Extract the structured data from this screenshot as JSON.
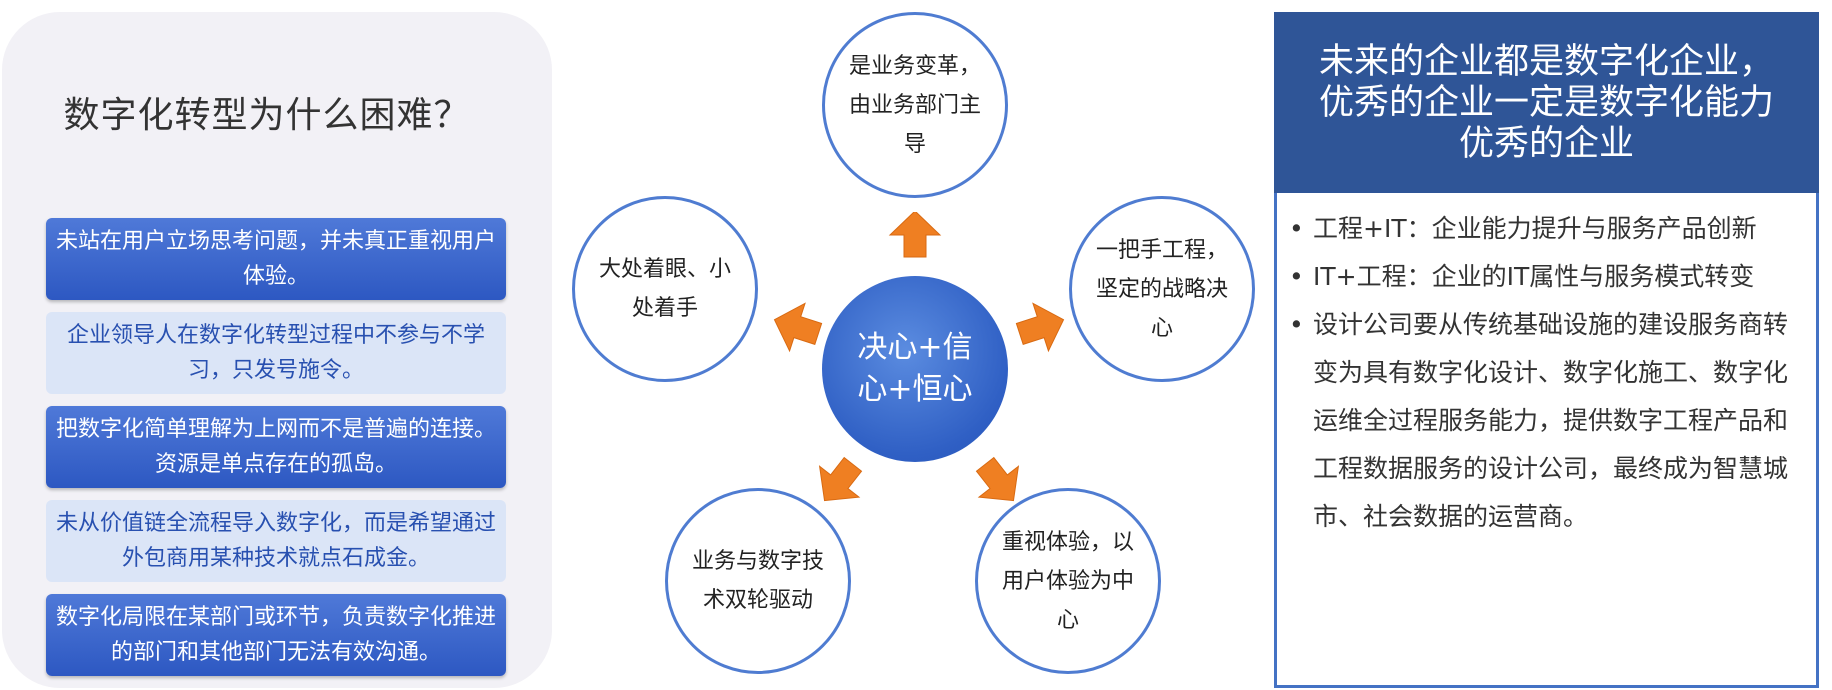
{
  "left_panel": {
    "title": "数字化转型为什么困难？",
    "reasons": [
      {
        "text": "未站在用户立场思考问题，并未真正重视用户体验。",
        "style": "dark"
      },
      {
        "text": "企业领导人在数字化转型过程中不参与不学习，只发号施令。",
        "style": "light"
      },
      {
        "text": "把数字化简单理解为上网而不是普遍的连接。资源是单点存在的孤岛。",
        "style": "dark"
      },
      {
        "text": "未从价值链全流程导入数字化，而是希望通过外包商用某种技术就点石成金。",
        "style": "light"
      },
      {
        "text": "数字化局限在某部门或环节，负责数字化推进的部门和其他部门无法有效沟通。",
        "style": "dark"
      }
    ]
  },
  "diagram": {
    "hub": "决心+信心+恒心",
    "nodes": [
      {
        "key": "top",
        "text": "是业务变革，由业务部门主导"
      },
      {
        "key": "upper_right",
        "text": "一把手工程，坚定的战略决心"
      },
      {
        "key": "lower_right",
        "text": "重视体验，以用户体验为中心"
      },
      {
        "key": "lower_left",
        "text": "业务与数字技术双轮驱动"
      },
      {
        "key": "upper_left",
        "text": "大处着眼、小处着手"
      }
    ],
    "colors": {
      "arrow": "#ef7f22",
      "circle_border": "#4f7cd1",
      "hub": "#2f5fc4"
    }
  },
  "right_panel": {
    "header": [
      "未来的企业都是数字化企业，",
      "优秀的企业一定是数字化能力",
      "优秀的企业"
    ],
    "bullets": [
      "工程+IT：企业能力提升与服务产品创新",
      "IT+工程：企业的IT属性与服务模式转变",
      "设计公司要从传统基础设施的建设服务商转变为具有数字化设计、数字化施工、数字化运维全过程服务能力，提供数字工程产品和工程数据服务的设计公司，最终成为智慧城市、社会数据的运营商。"
    ],
    "colors": {
      "header_bg": "#2f5597",
      "border": "#4472c4"
    }
  }
}
